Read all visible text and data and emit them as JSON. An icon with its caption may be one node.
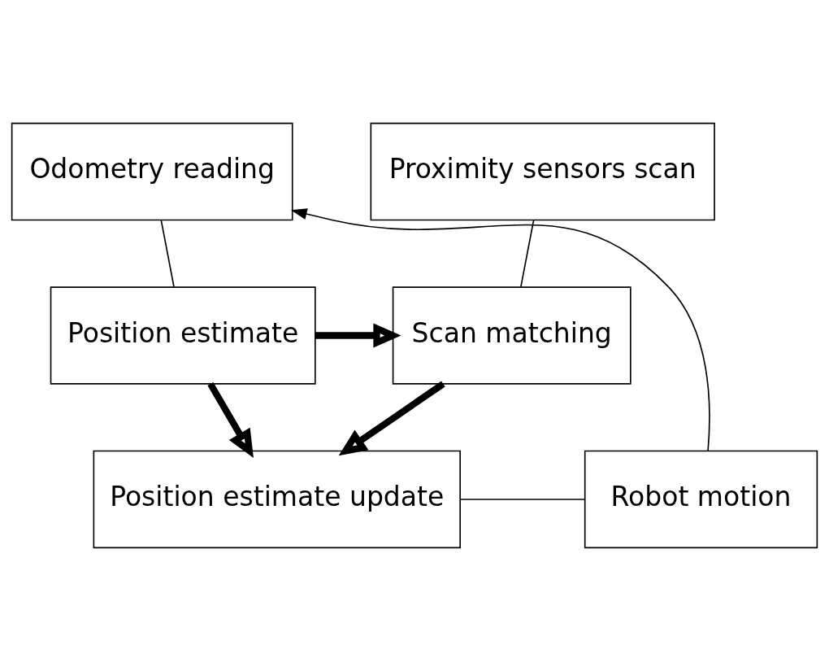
{
  "diagram": {
    "nodes": [
      {
        "text": [
          "Odometry reading"
        ]
      },
      {
        "text": [
          "Proximity sensors scan"
        ]
      },
      {
        "text": [
          "Position estimate"
        ]
      },
      {
        "text": [
          "Scan matching"
        ]
      },
      {
        "text": [
          "Robot motion"
        ]
      },
      {
        "text": [
          "Position estimate update"
        ]
      }
    ],
    "edges": [
      {
        "from": 0,
        "to": 2,
        "arrow": "none"
      },
      {
        "from": 1,
        "to": 3,
        "arrow": "none"
      },
      {
        "from": 2,
        "to": 3,
        "arrow": "to",
        "style": "thick"
      },
      {
        "from": 2,
        "to": 5,
        "arrow": "to",
        "style": "thick"
      },
      {
        "from": 3,
        "to": 5,
        "arrow": "to",
        "style": "thick"
      },
      {
        "from": 5,
        "to": 4,
        "arrow": "none"
      },
      {
        "from": 4,
        "to": 0,
        "arrow": "to"
      }
    ]
  }
}
